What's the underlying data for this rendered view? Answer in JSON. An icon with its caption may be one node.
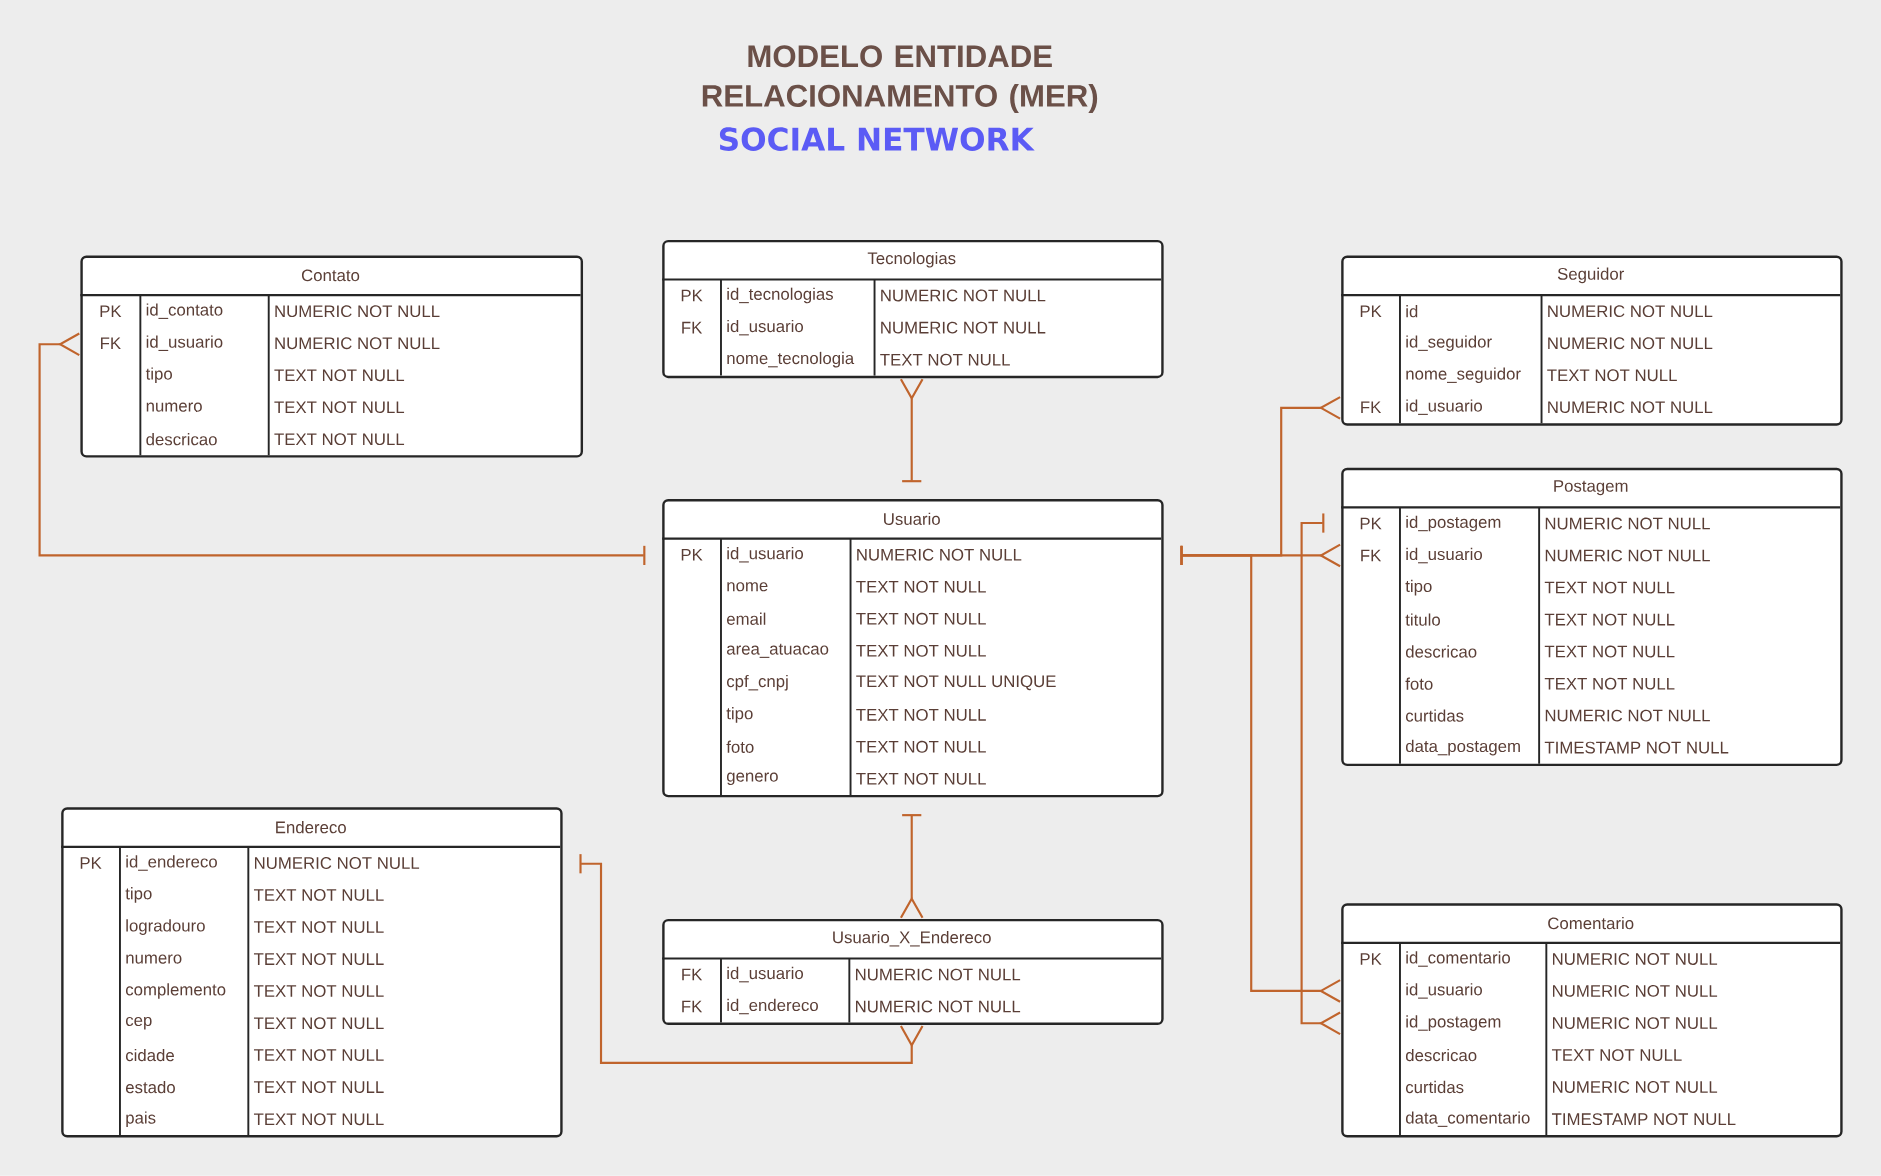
{
  "diagram": {
    "title": "MODELO ENTIDADE RELACIONAMENTO (MER)",
    "nodes": [
      {
        "text": [
          "Contato",
          "PK",
          "id_contato",
          "NUMERIC NOT NULL",
          "FK",
          "id_usuario",
          "NUMERIC NOT NULL",
          "tipo",
          "TEXT NOT NULL",
          "numero",
          "TEXT NOT NULL",
          "descricao",
          "TEXT NOT NULL"
        ]
      },
      {
        "text": [
          "Tecnologias",
          "PK",
          "id_tecnologias",
          "NUMERIC NOT NULL",
          "FK",
          "id_usuario",
          "NUMERIC NOT NULL",
          "nome_tecnologia",
          "TEXT NOT NULL"
        ]
      },
      {
        "text": [
          "Seguidor",
          "PK",
          "id",
          "NUMERIC NOT NULL",
          "id_seguidor",
          "NUMERIC NOT NULL",
          "nome_seguidor",
          "TEXT NOT NULL",
          "FK",
          "id_usuario",
          "NUMERIC NOT NULL"
        ]
      },
      {
        "text": [
          "Usuario",
          "PK",
          "id_usuario",
          "NUMERIC NOT NULL",
          "nome",
          "TEXT NOT NULL",
          "email",
          "TEXT NOT NULL",
          "area_atuacao",
          "TEXT NOT NULL",
          "cpf_cnpj",
          "TEXT NOT NULL UNIQUE",
          "tipo",
          "TEXT NOT NULL",
          "foto",
          "TEXT NOT NULL",
          "genero",
          "TEXT NOT NULL"
        ]
      },
      {
        "text": [
          "Postagem",
          "PK",
          "id_postagem",
          "NUMERIC NOT NULL",
          "FK",
          "id_usuario",
          "NUMERIC NOT NULL",
          "tipo",
          "TEXT NOT NULL",
          "titulo",
          "TEXT NOT NULL",
          "descricao",
          "TEXT NOT NULL",
          "foto",
          "TEXT NOT NULL",
          "curtidas",
          "NUMERIC NOT NULL",
          "data_postagem",
          "TIMESTAMP NOT NULL"
        ]
      },
      {
        "text": [
          "Endereco",
          "PK",
          "id_endereco",
          "NUMERIC NOT NULL",
          "tipo",
          "TEXT NOT NULL",
          "logradouro",
          "TEXT NOT NULL",
          "numero",
          "TEXT NOT NULL",
          "complemento",
          "TEXT NOT NULL",
          "cep",
          "TEXT NOT NULL",
          "cidade",
          "TEXT NOT NULL",
          "estado",
          "TEXT NOT NULL",
          "pais",
          "TEXT NOT NULL"
        ]
      },
      {
        "text": [
          "Usuario_X_Endereco",
          "FK",
          "id_usuario",
          "NUMERIC NOT NULL",
          "FK",
          "id_endereco",
          "NUMERIC NOT NULL"
        ]
      },
      {
        "text": [
          "Comentario",
          "PK",
          "id_comentario",
          "NUMERIC NOT NULL",
          "id_usuario",
          "NUMERIC NOT NULL",
          "id_postagem",
          "NUMERIC NOT NULL",
          "descricao",
          "TEXT NOT NULL",
          "curtidas",
          "NUMERIC NOT NULL",
          "data_comentario",
          "TIMESTAMP NOT NULL"
        ]
      }
    ],
    "edges": [
      {
        "from": 3,
        "to": 0,
        "arrow": "other"
      },
      {
        "from": 3,
        "to": 1,
        "arrow": "other"
      },
      {
        "from": 3,
        "to": 6,
        "arrow": "other"
      },
      {
        "from": 5,
        "to": 6,
        "arrow": "other"
      },
      {
        "from": 3,
        "to": 2,
        "arrow": "other"
      },
      {
        "from": 3,
        "to": 4,
        "arrow": "other"
      },
      {
        "from": 3,
        "to": 7,
        "arrow": "other"
      },
      {
        "from": 4,
        "to": 7,
        "arrow": "other"
      }
    ],
    "labels": [
      "SOCIAL NETWORK"
    ]
  }
}
